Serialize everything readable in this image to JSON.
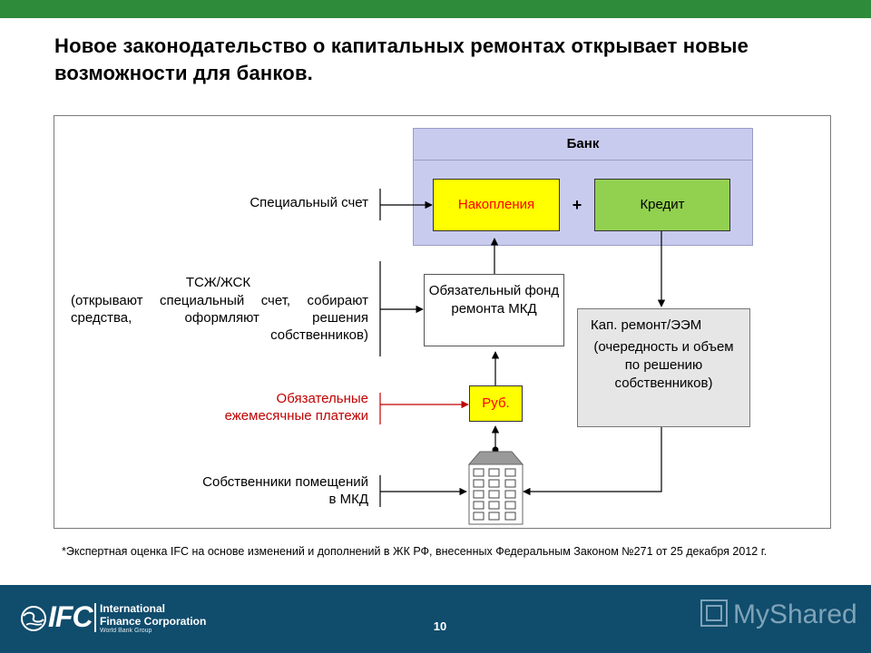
{
  "title": "Новое законодательство о капитальных ремонтах открывает новые возможности для банков.",
  "diagram": {
    "left_labels": {
      "special_account": "Специальный счет",
      "tszh_title": "ТСЖ/ЖСК",
      "tszh_desc": "(открывают специальный счет, собирают средства, оформляют решения собственников)",
      "payments": "Обязательные ежемесячные платежи",
      "owners": "Собственники помещений в МКД"
    },
    "bank": {
      "title": "Банк",
      "savings": "Накопления",
      "plus": "+",
      "credit": "Кредит"
    },
    "fund": "Обязательный фонд ремонта МКД",
    "rub": "Руб.",
    "repair": {
      "title": "Кап. ремонт/ЭЭМ",
      "desc": "(очередность и объем по решению собственников)"
    },
    "colors": {
      "bank_bg": "#c9cbee",
      "savings_bg": "#ffff00",
      "credit_bg": "#92d050",
      "savings_text": "#ff0000",
      "payments_text": "#c00000",
      "repair_bg": "#e6e6e6",
      "top_bar": "#2e8b3a",
      "footer": "#104c6c"
    }
  },
  "footnote": "*Экспертная оценка IFC на основе изменений и дополнений в ЖК РФ, внесенных Федеральным Законом №271 от 25 декабря 2012 г.",
  "footer": {
    "logo_letters": "IFC",
    "logo_line1": "International",
    "logo_line2": "Finance Corporation",
    "logo_line3": "World Bank Group",
    "page_number": "10",
    "watermark": "MyShared"
  }
}
